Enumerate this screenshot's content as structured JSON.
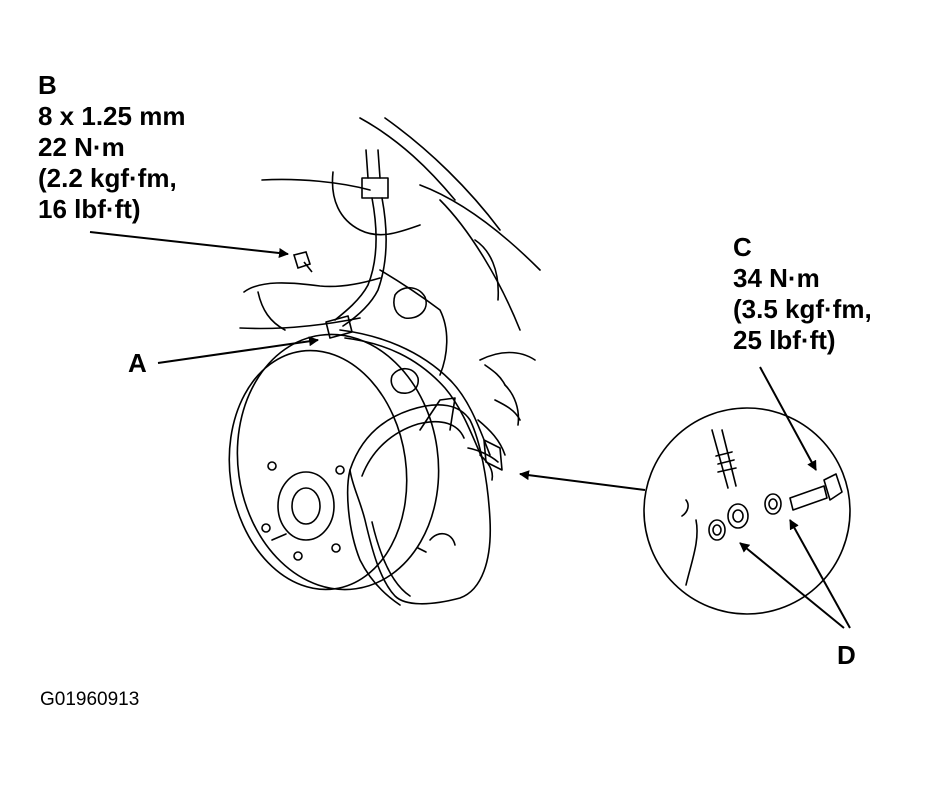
{
  "colors": {
    "line": "#000000",
    "background": "#ffffff"
  },
  "callouts": {
    "b": {
      "letter": "B",
      "lines": [
        "8 x 1.25 mm",
        "22 N·m",
        "(2.2 kgf·fm,",
        "16 lbf·ft)"
      ]
    },
    "c": {
      "letter": "C",
      "lines": [
        "34 N·m",
        "(3.5 kgf·fm,",
        "25 lbf·ft)"
      ]
    },
    "a": {
      "letter": "A"
    },
    "d": {
      "letter": "D"
    }
  },
  "figure_id": "G01960913"
}
